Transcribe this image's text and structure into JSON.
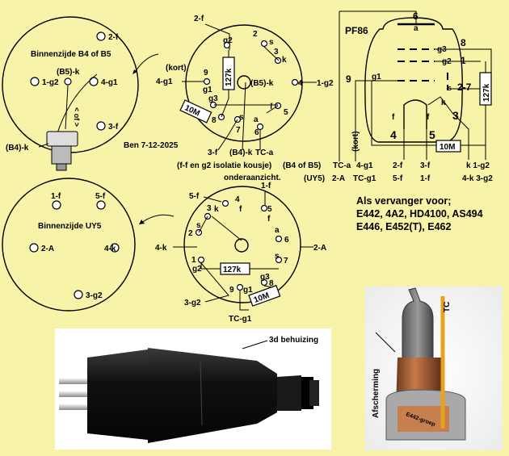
{
  "top_left": {
    "circle_title": "Binnenzijde B4 of B5",
    "pins": {
      "p2": "2-f",
      "p1": "1-g2",
      "p4": "4-g1",
      "p3": "3-f"
    },
    "b5k": "(B5)-k",
    "b4k": "(B4)-k",
    "of": "< of >",
    "author": "Ben 7-12-2025"
  },
  "top_middle": {
    "labels": {
      "l2f": "2-f",
      "g2": "g2",
      "s2": "s",
      "n2": "2",
      "n3": "3",
      "k3": "k",
      "kort": "(kort)",
      "l4g1": "4-g1",
      "n9": "9",
      "g1": "g1",
      "b5k_mid": "(B5)-k",
      "n4": "4",
      "l1g2": "1-g2",
      "g3": "g3",
      "s7": "s",
      "n7": "7",
      "n8": "8",
      "f5": "f",
      "n5": "5",
      "a6": "a",
      "n6": "6",
      "l3f": "3-f",
      "b4k": "(B4)-k",
      "tca": "TC-a",
      "isolatie": "(f-f en g2 isolatie kousje)",
      "onderaanzicht": "onderaanzicht."
    },
    "r1": "127k",
    "r2": "10M"
  },
  "schematic": {
    "title": "PF86",
    "labels": {
      "n6": "6",
      "a": "a",
      "n8": "8",
      "g3": "g3",
      "n1": "1",
      "g2": "g2",
      "n9": "9",
      "g1": "g1",
      "s": "s",
      "n27": "2-7",
      "k": "k",
      "n3": "3",
      "f1": "f",
      "f2": "f",
      "n4": "4",
      "n5": "5",
      "kort": "(kort)"
    },
    "r1": "127k",
    "r2": "10M",
    "row_b": {
      "prefix": "(B4 of B5)",
      "c1": "TC-a",
      "c2": "4-g1",
      "c3": "2-f",
      "c4": "3-f",
      "c5": "k 1-g2"
    },
    "row_u": {
      "prefix": "(UY5)",
      "c1": "2-A",
      "c2": "TC-g1",
      "c3": "5-f",
      "c4": "1-f",
      "c5": "4-k 3-g2"
    }
  },
  "middle_left": {
    "circle_title": "Binnenzijde UY5",
    "pins": {
      "p1": "1-f",
      "p5": "5-f",
      "p2": "2-A",
      "p4": "4-k",
      "p3": "3-g2"
    }
  },
  "middle_diagram": {
    "labels": {
      "l5f": "5-f",
      "n4": "4",
      "f4": "f",
      "l1f": "1-f",
      "n5": "5",
      "f5": "f",
      "n3": "3",
      "k3": "k",
      "s2": "s",
      "n2": "2",
      "a6": "a",
      "n6": "6",
      "l4k": "4-k",
      "l2a": "2-A",
      "g2": "g2",
      "n1": "1",
      "s7": "s",
      "n7": "7",
      "n8": "8",
      "n9": "9",
      "g1": "g1",
      "g3": "g3",
      "l3g2": "3-g2",
      "tcg1": "TC-g1"
    },
    "r1": "127k",
    "r2": "10M"
  },
  "replacement": {
    "heading": "Als vervanger voor;",
    "line1": "E442, 4A2, HD4100, AS494",
    "line2": "E446, E452(T), E462"
  },
  "photo_label_housing": "3d behuizing",
  "photo_label_shield": "Afscherming",
  "photo_label_tc": "TC",
  "photo_label_tube": "E442-groep"
}
